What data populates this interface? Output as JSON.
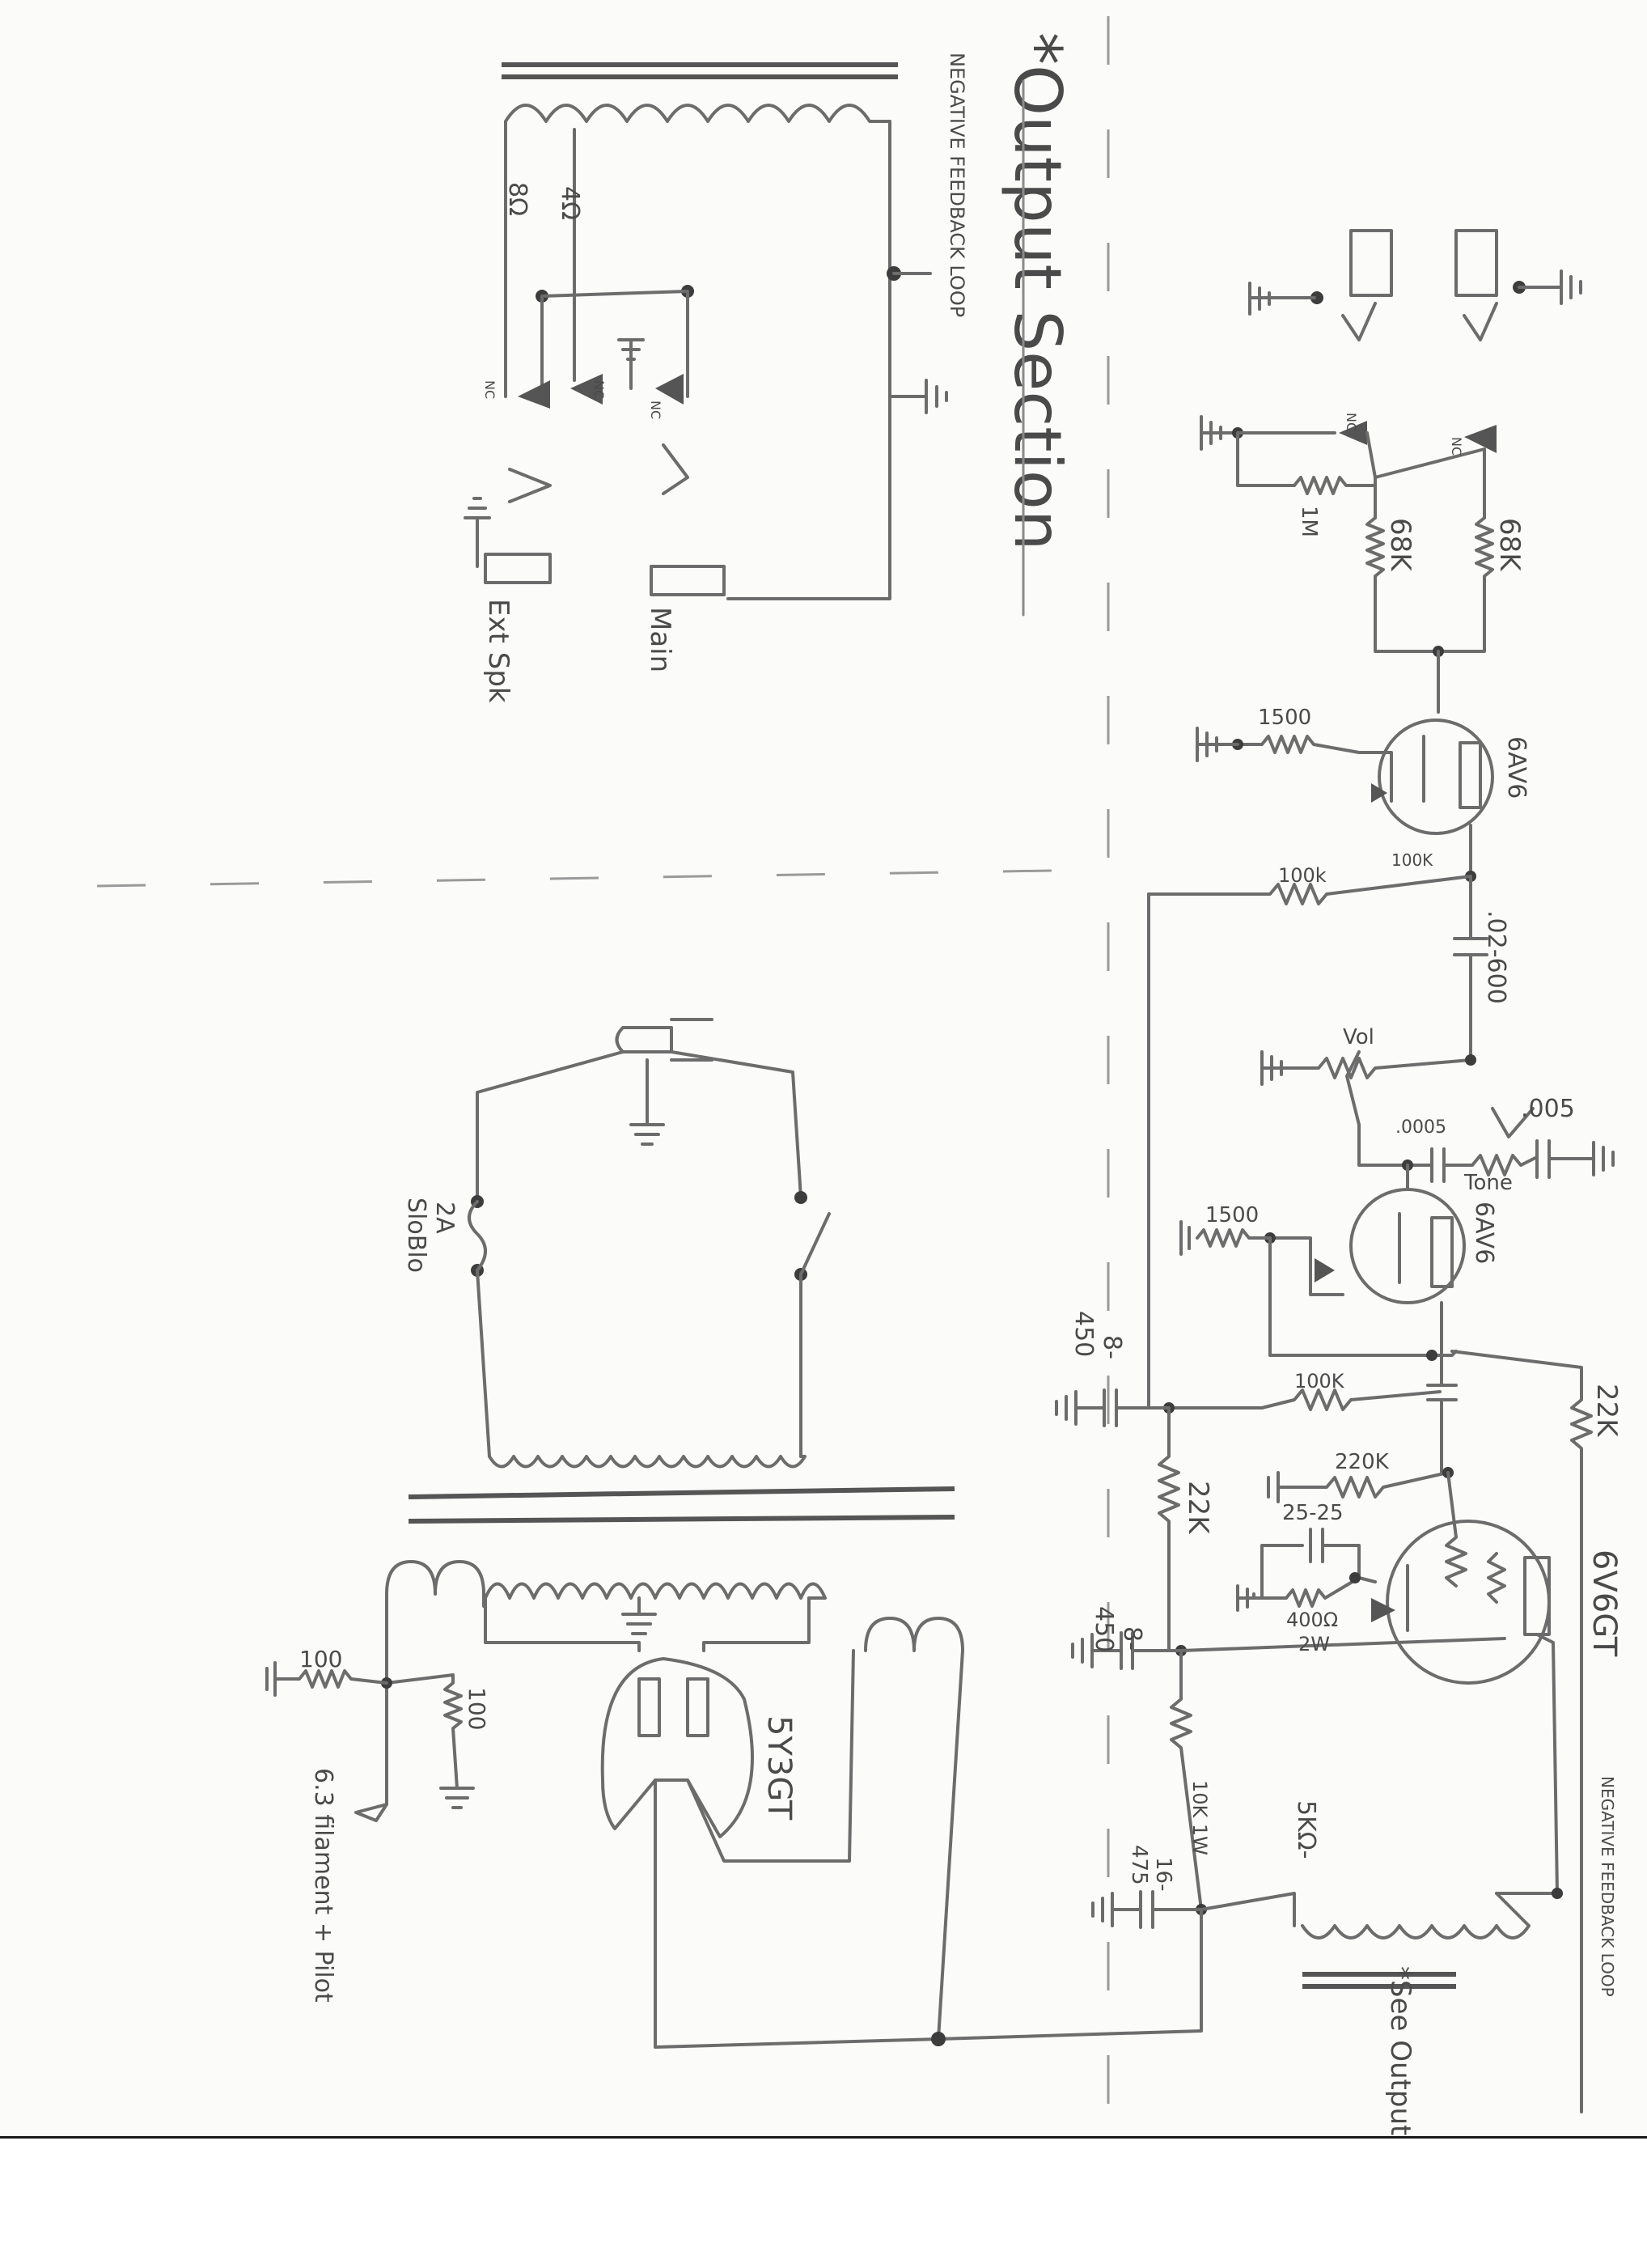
{
  "output_section": {
    "title": "*Output Section",
    "feedback_label": "NEGATIVE FEEDBACK LOOP",
    "tap_8_ohm": "8Ω",
    "tap_4_ohm": "4Ω",
    "jack_nc_1": "NC",
    "jack_nc_2": "NC",
    "jack_nc_3": "NC",
    "ext_spk": "Ext Spk",
    "main": "Main"
  },
  "input_section": {
    "r_1m": "1M",
    "r_68k_a": "68K",
    "r_68k_b": "68K",
    "jack_nc_1": "NC",
    "jack_nc_2": "NC"
  },
  "preamp": {
    "r_1500_a": "1500",
    "tube_6av6_a": "6AV6",
    "r_100k_a": "100k",
    "r_100k_a_ghost": "100K",
    "cap_02_600": ".02-600",
    "vol": "Vol",
    "cap_0005": ".0005",
    "cap_005": ".005",
    "tone": "Tone",
    "r_1500_b": "1500",
    "tube_6av6_b": "6AV6",
    "cap_8_450_a_value": "8-",
    "cap_8_450_a_voltage": "450",
    "r_100k_b": "100K",
    "r_22k_a": "22K",
    "r_220k": "220K",
    "r_22k_b": "22K",
    "cap_25_25": "25-25",
    "r_400": "400Ω",
    "r_400_power": "2W",
    "tube_6v6gt": "6V6GT",
    "cap_8_450_b_value": "8-",
    "cap_8_450_b_voltage": "450",
    "r_10k": "10K 1W",
    "cap_16_475_value": "16-",
    "cap_16_475_voltage": "475",
    "ot_primary": "5KΩ-",
    "feedback_label": "NEGATIVE FEEDBACK LOOP",
    "see_output": "*See Output Section"
  },
  "power_supply": {
    "fuse": "2A",
    "fuse_type": "SloBlo",
    "r_100_a": "100",
    "r_100_b": "100",
    "filament": "6.3 filament + Pilot",
    "rectifier": "5Y3GT"
  }
}
